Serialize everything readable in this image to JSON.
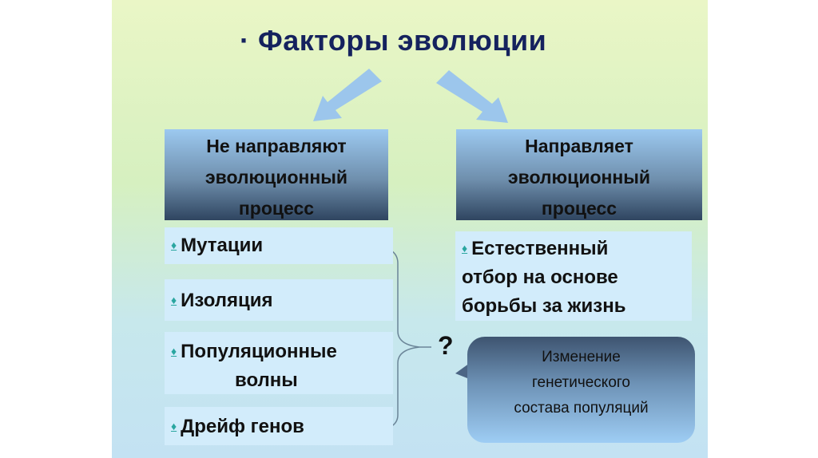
{
  "title": "· Факторы эволюции",
  "left": {
    "header": [
      "Не направляют",
      "эволюционный",
      "процесс"
    ],
    "items": [
      [
        "Мутации"
      ],
      [
        "Изоляция"
      ],
      [
        "Популяционные",
        "волны"
      ],
      [
        "Дрейф генов"
      ]
    ]
  },
  "right": {
    "header": [
      "Направляет",
      "эволюционный",
      "процесс"
    ],
    "items": [
      [
        "Естественный",
        "отбор на основе",
        "борьбы  за жизнь"
      ]
    ]
  },
  "question": "?",
  "bubble": [
    "Изменение",
    "генетического",
    "состава популяций"
  ],
  "colors": {
    "title": "#15225e",
    "bullet": "#2aa6a0"
  }
}
